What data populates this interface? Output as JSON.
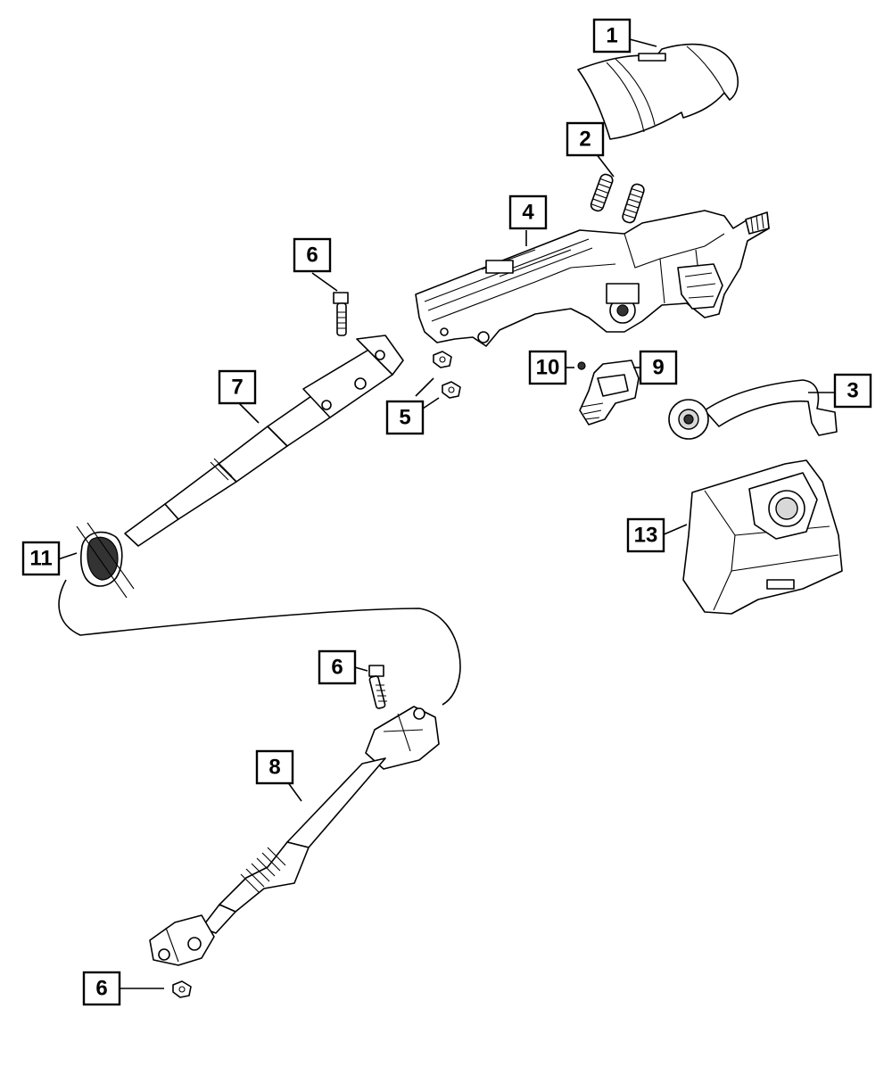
{
  "diagram": {
    "callouts": [
      {
        "id": "c1",
        "label": "1"
      },
      {
        "id": "c2",
        "label": "2"
      },
      {
        "id": "c3",
        "label": "3"
      },
      {
        "id": "c4",
        "label": "4"
      },
      {
        "id": "c5",
        "label": "5"
      },
      {
        "id": "c6a",
        "label": "6"
      },
      {
        "id": "c6b",
        "label": "6"
      },
      {
        "id": "c6c",
        "label": "6"
      },
      {
        "id": "c7",
        "label": "7"
      },
      {
        "id": "c8",
        "label": "8"
      },
      {
        "id": "c9",
        "label": "9"
      },
      {
        "id": "c10",
        "label": "10"
      },
      {
        "id": "c11",
        "label": "11"
      },
      {
        "id": "c13",
        "label": "13"
      }
    ]
  }
}
